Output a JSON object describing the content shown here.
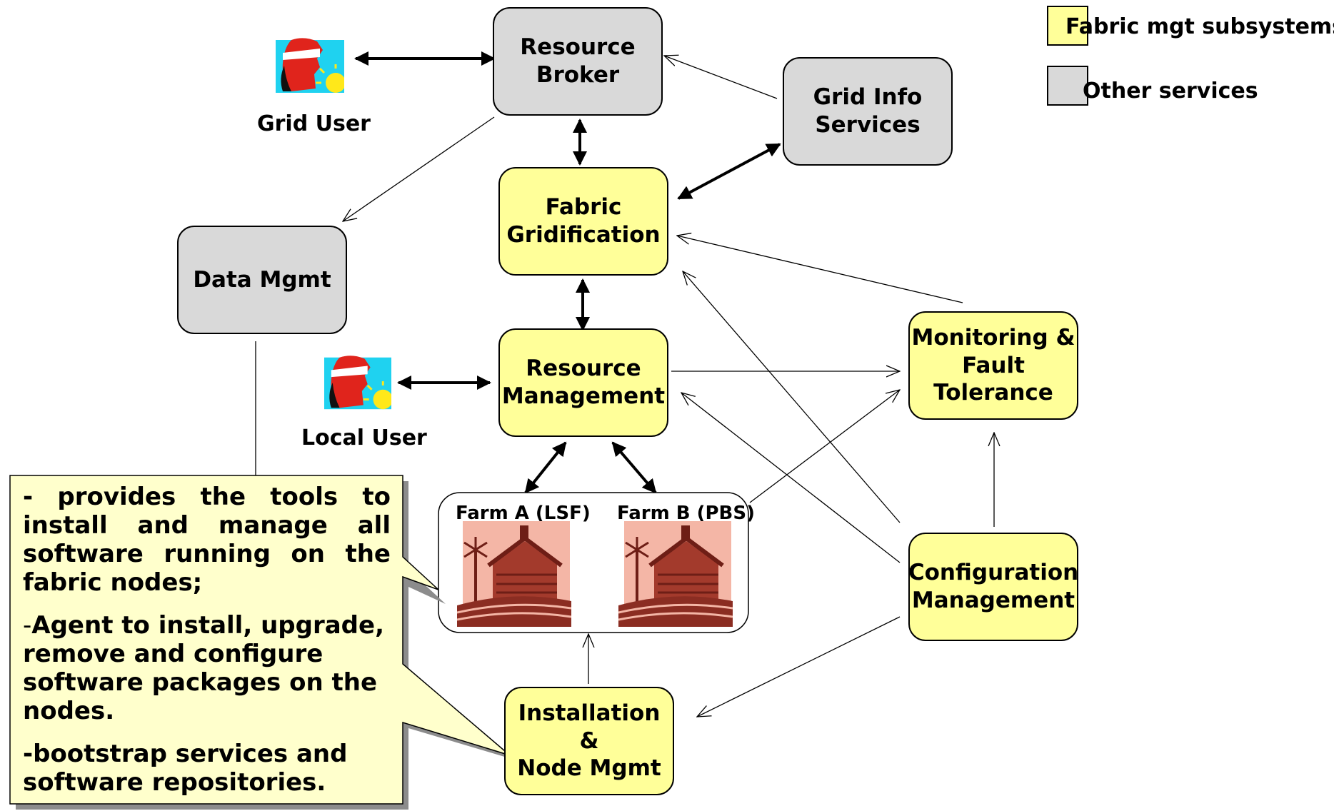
{
  "boxes": {
    "resource_broker": "Resource\nBroker",
    "grid_info": "Grid Info\nServices",
    "fabric_gridification": "Fabric\nGridification",
    "data_mgmt": "Data Mgmt",
    "resource_management": "Resource\nManagement",
    "monitoring": "Monitoring &\nFault Tolerance",
    "configuration": "Configuration\nManagement",
    "installation": "Installation &\nNode Mgmt"
  },
  "users": {
    "grid_user": "Grid User",
    "local_user": "Local User"
  },
  "farms": {
    "farm_a": "Farm A (LSF)",
    "farm_b": "Farm B (PBS)"
  },
  "legend": {
    "fabric": "Fabric mgt subsystems",
    "other": "Other services"
  },
  "callout": {
    "line1": "- provides the tools to install and manage all software running on the fabric nodes;",
    "line2_prefix": "-",
    "line2": "Agent to install, upgrade, remove and configure software packages on the nodes.",
    "line3": "-bootstrap services and software repositories."
  },
  "colors": {
    "fabric_subsystem": "#ffff99",
    "other_service": "#d9d9d9",
    "farm_image": "#f4b6a6",
    "farm_dark": "#8b2d22"
  }
}
